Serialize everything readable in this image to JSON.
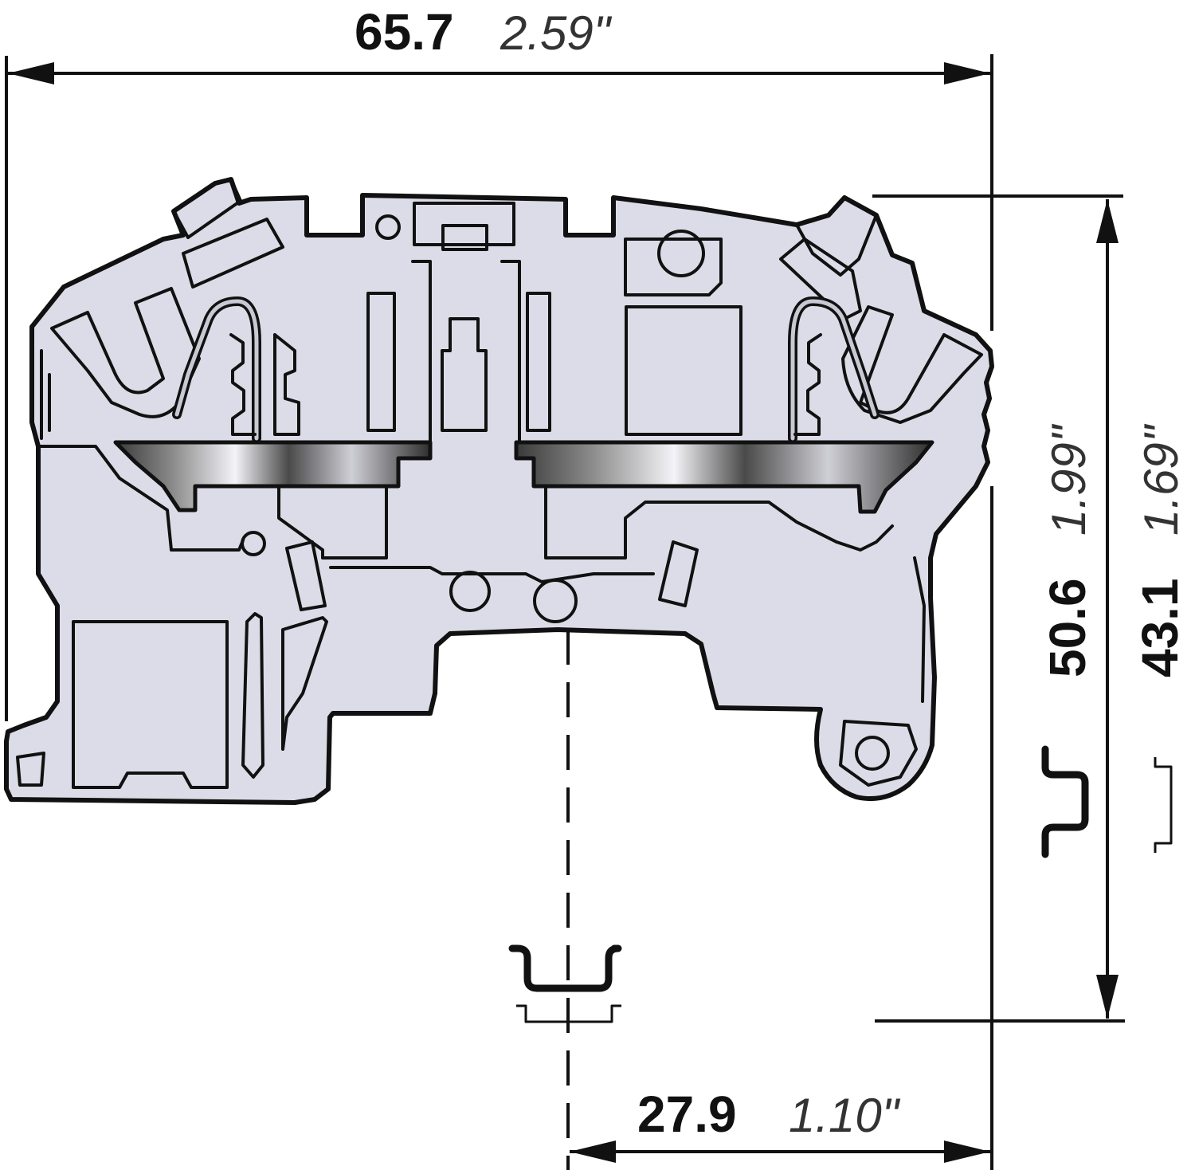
{
  "dimensions": {
    "overall_width": {
      "mm": "65.7",
      "inch": "2.59\""
    },
    "overall_height": {
      "mm": "50.6",
      "inch": "1.99\""
    },
    "height_above_rail": {
      "mm": "43.1",
      "inch": "1.69\""
    },
    "rail_offset": {
      "mm": "27.9",
      "inch": "1.10\""
    }
  },
  "colors": {
    "housing": "#dcdce8",
    "outline": "#111111",
    "busbar_light": "#f4f4f8",
    "busbar_dark": "#3a3a3a"
  },
  "icons": {
    "rail_profile": "din-rail-icon"
  }
}
